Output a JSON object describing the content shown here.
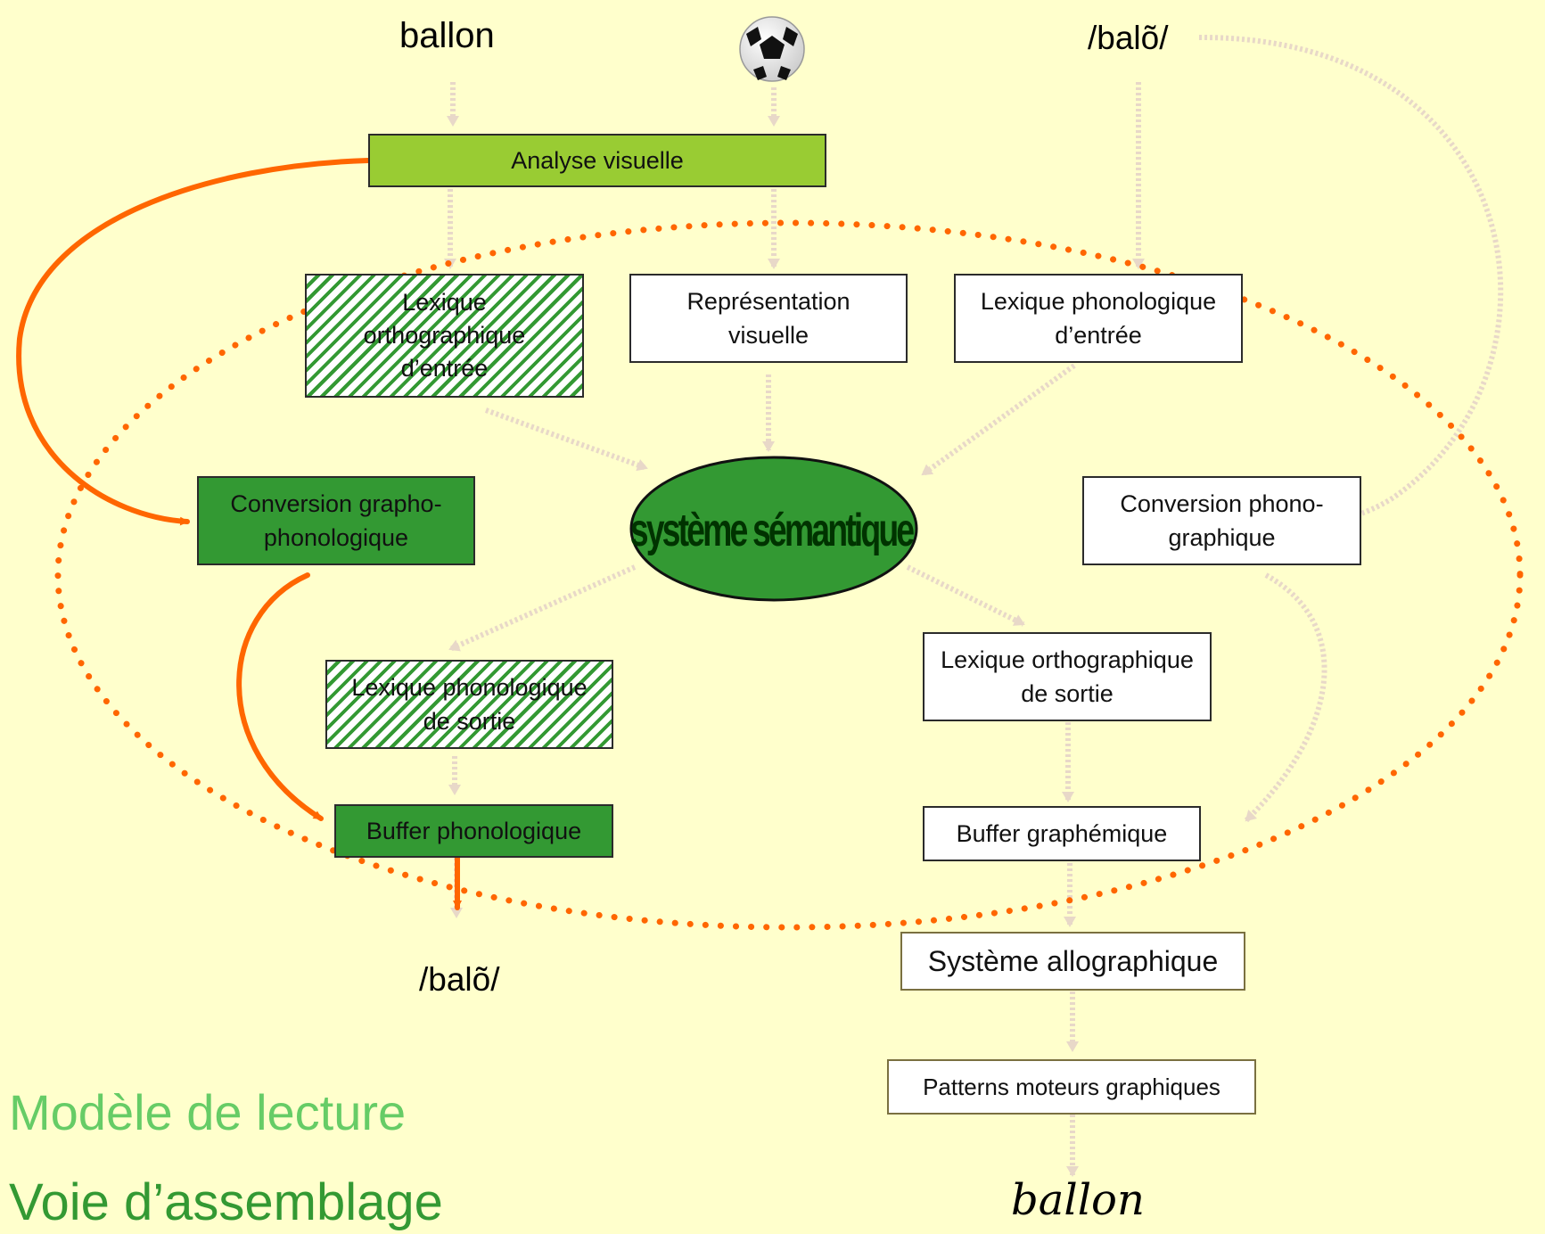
{
  "inputs": {
    "written_word": "ballon",
    "heard_word": "/balõ/",
    "image_icon": "soccer-ball-icon"
  },
  "boxes": {
    "analyse_visuelle": "Analyse visuelle",
    "lexique_ortho_entree": [
      "Lexique",
      "orthographique",
      "d’entrée"
    ],
    "representation_visuelle": [
      "Représentation",
      "visuelle"
    ],
    "lexique_phono_entree": [
      "Lexique phonologique",
      "d’entrée"
    ],
    "conversion_grapho": [
      "Conversion grapho-",
      "phonologique"
    ],
    "systeme_semantique": "système sémantique",
    "conversion_phono": [
      "Conversion phono-",
      "graphique"
    ],
    "lexique_phono_sortie": [
      "Lexique phonologique",
      "de sortie"
    ],
    "lexique_ortho_sortie": [
      "Lexique orthographique",
      "de sortie"
    ],
    "buffer_phonologique": "Buffer phonologique",
    "buffer_graphemique": "Buffer graphémique",
    "systeme_allographique": "Système allographique",
    "patterns_moteurs": "Patterns moteurs graphiques"
  },
  "outputs": {
    "spoken": "/balõ/",
    "written": "ballon"
  },
  "captions": {
    "model": "Modèle de lecture",
    "route": "Voie d’assemblage"
  },
  "colors": {
    "background": "#ffffcc",
    "active_route": "#ff6600",
    "dark_green": "#339933",
    "lime": "#99cc33",
    "caption_green": "#66cc66",
    "inactive_arrow": "#e8d8c8"
  }
}
